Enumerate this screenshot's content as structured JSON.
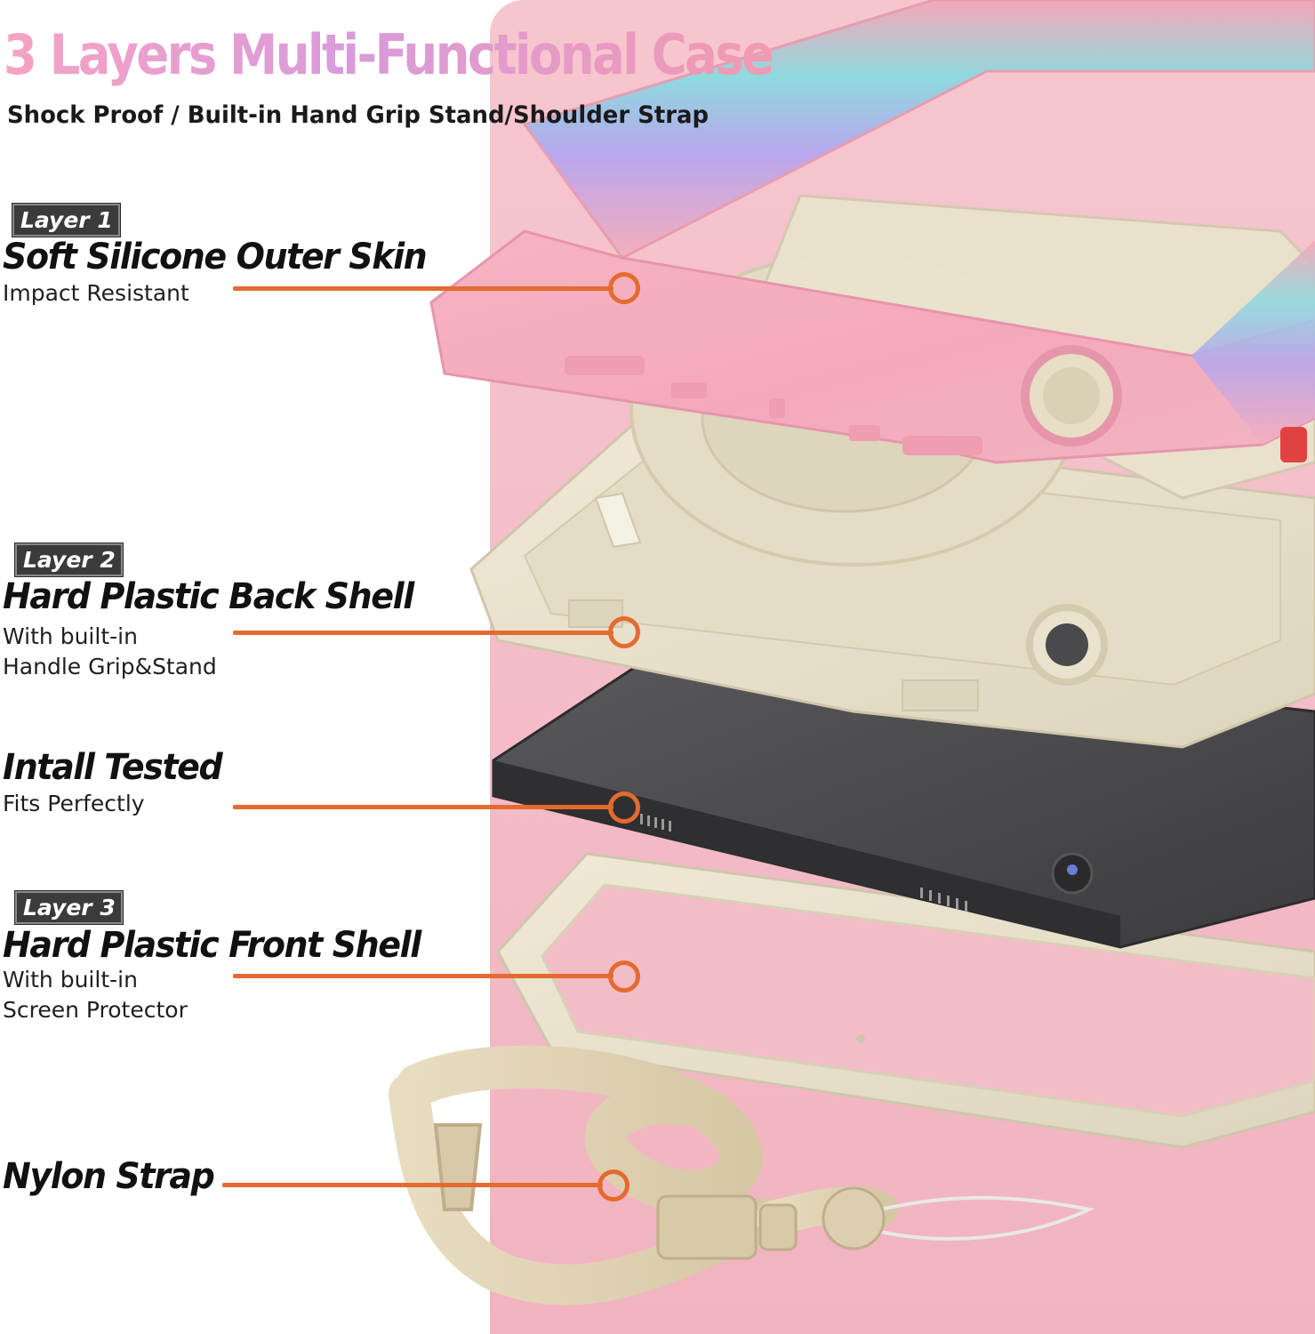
{
  "header": {
    "title": "3 Layers Multi-Functional Case",
    "subtitle": "Shock Proof / Built-in Hand Grip Stand/Shoulder Strap"
  },
  "layers": [
    {
      "badge": "Layer 1",
      "title": "Soft Silicone Outer Skin",
      "desc": [
        "Impact Resistant"
      ]
    },
    {
      "badge": "Layer 2",
      "title": "Hard Plastic Back Shell",
      "desc": [
        "With built-in",
        "Handle Grip&Stand"
      ]
    },
    {
      "title": "Intall Tested",
      "desc": [
        "Fits Perfectly"
      ]
    },
    {
      "badge": "Layer 3",
      "title": "Hard Plastic Front Shell",
      "desc": [
        "With built-in",
        "Screen Protector"
      ]
    },
    {
      "title": "Nylon Strap"
    }
  ],
  "colors": {
    "accent_orange": "#e46a2f",
    "panel_pink": "#f3bdc8",
    "silicone_pink": "#f5aebd",
    "shell_beige": "#e9e2cc",
    "tablet_gray": "#4a4a4c",
    "badge_bg": "#3b3b3b"
  }
}
